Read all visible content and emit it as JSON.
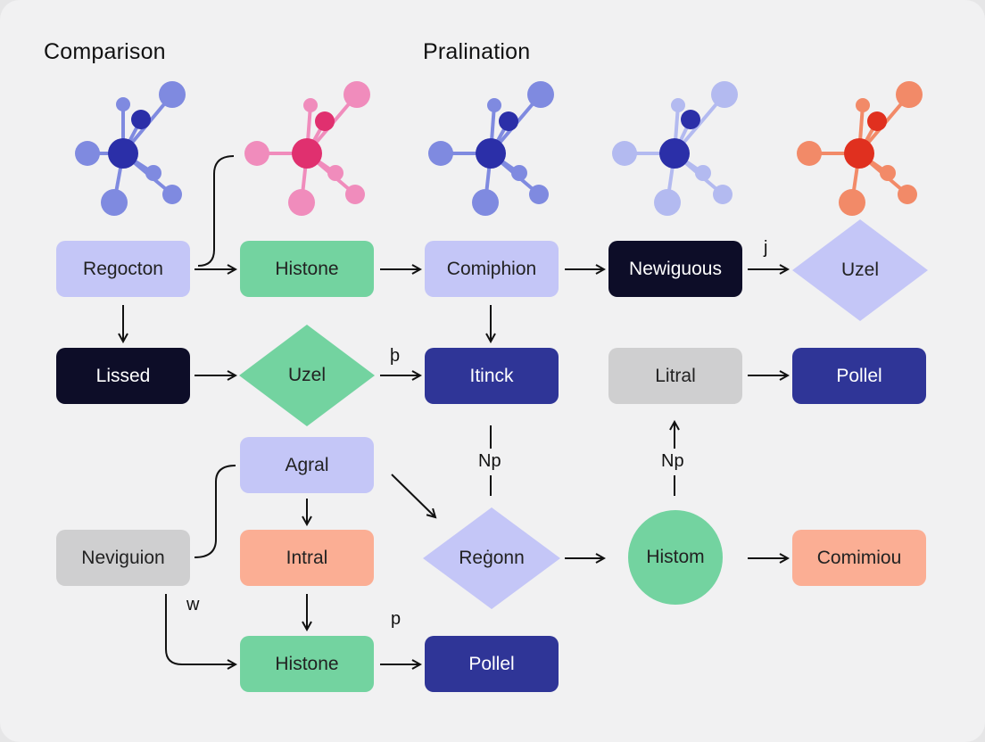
{
  "headings": {
    "left": "Comparison",
    "right": "Pralination"
  },
  "molecules": [
    {
      "name": "molecule-blue-1",
      "core": "#2b2fa8",
      "atom": "#7f8ae0"
    },
    {
      "name": "molecule-pink",
      "core": "#e0306f",
      "atom": "#f08cbc"
    },
    {
      "name": "molecule-blue-2",
      "core": "#2b2fa8",
      "atom": "#7f8ae0"
    },
    {
      "name": "molecule-blue-3",
      "core": "#2b2fa8",
      "atom": "#b3baf0"
    },
    {
      "name": "molecule-red",
      "core": "#e0301f",
      "atom": "#f28a68"
    }
  ],
  "nodes": {
    "regocton": "Regocton",
    "histone_top": "Histone",
    "comiphion": "Comiphion",
    "newiguous": "Newiguous",
    "uzel_right": "Uzel",
    "lissed": "Lissed",
    "uzel_green": "Uzel",
    "itinck": "Itinck",
    "litral": "Litral",
    "pollel_right": "Pollel",
    "agral": "Agral",
    "neviguion": "Neviguion",
    "intral": "Intral",
    "regonn": "Reġonn",
    "histom": "Histom",
    "comimiou": "Comimiou",
    "histone_bottom": "Histone",
    "pollel_bottom": "Pollel"
  },
  "edge_labels": {
    "j": "j",
    "p_top": "þ",
    "np_left": "Np",
    "np_right": "Np",
    "w": "w",
    "p_bottom": "p"
  },
  "colors": {
    "lavender": "#c4c6f7",
    "green": "#73d3a0",
    "black": "#0d0d28",
    "indigo": "#2f3597",
    "gray": "#cfcfd0",
    "salmon": "#fbae94",
    "arrow": "#111111"
  }
}
